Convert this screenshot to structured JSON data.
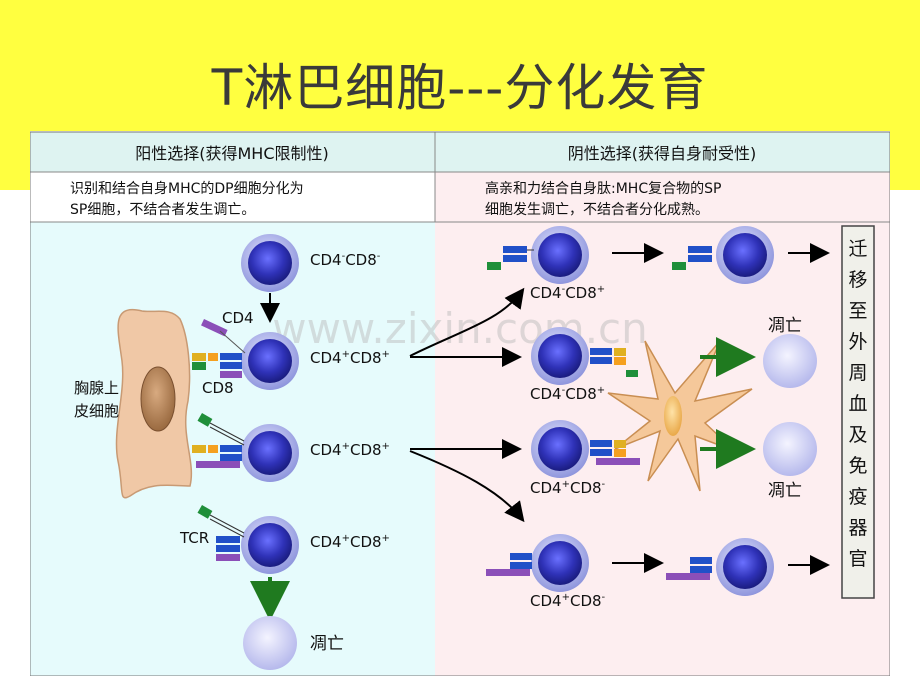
{
  "slide": {
    "title": "T淋巴细胞---分化发育"
  },
  "positive": {
    "header": "阳性选择(获得MHC限制性)",
    "desc_line1": "识别和结合自身MHC的DP细胞分化为",
    "desc_line2": "SP细胞，不结合者发生调亡。",
    "thymic_epithelium_line1": "胸腺上",
    "thymic_epithelium_line2": "皮细胞",
    "cd4_label": "CD4",
    "cd8_label": "CD8",
    "tcr_label": "TCR",
    "cells": [
      {
        "main1": "CD4",
        "sup1": "-",
        "main2": "CD8",
        "sup2": "-"
      },
      {
        "main1": "CD4",
        "sup1": "+",
        "main2": "CD8",
        "sup2": "+"
      },
      {
        "main1": "CD4",
        "sup1": "+",
        "main2": "CD8",
        "sup2": "+"
      },
      {
        "main1": "CD4",
        "sup1": "+",
        "main2": "CD8",
        "sup2": "+"
      }
    ],
    "death_label": "凋亡"
  },
  "negative": {
    "header": "阴性选择(获得自身耐受性)",
    "desc_line1": "高亲和力结合自身肽:MHC复合物的SP",
    "desc_line2": "细胞发生调亡，不结合者分化成熟。",
    "cells": [
      {
        "main1": "CD4",
        "sup1": "-",
        "main2": "CD8",
        "sup2": "+"
      },
      {
        "main1": "CD4",
        "sup1": "-",
        "main2": "CD8",
        "sup2": "+"
      },
      {
        "main1": "CD4",
        "sup1": "+",
        "main2": "CD8",
        "sup2": "-"
      },
      {
        "main1": "CD4",
        "sup1": "+",
        "main2": "CD8",
        "sup2": "-"
      }
    ],
    "death_label_1": "凋亡",
    "death_label_2": "凋亡",
    "migrate_chars": [
      "迁",
      "移",
      "至",
      "外",
      "周",
      "血",
      "及",
      "免",
      "疫",
      "器",
      "官"
    ]
  },
  "watermark": "www.zixin.com.cn",
  "colors": {
    "band_yellow": "#ffff40",
    "positive_bg": "#e6fbfc",
    "negative_bg": "#fdeef0",
    "header_bg": "#def3f1",
    "cell_core": "#2f32b8",
    "cell_ring": "#a0a6e6",
    "dead_cell": "#c7c9f2",
    "epithelium": "#f0c8a6",
    "arrow_green": "#1f7a1f",
    "migrate_box": "#f0f0ea"
  }
}
